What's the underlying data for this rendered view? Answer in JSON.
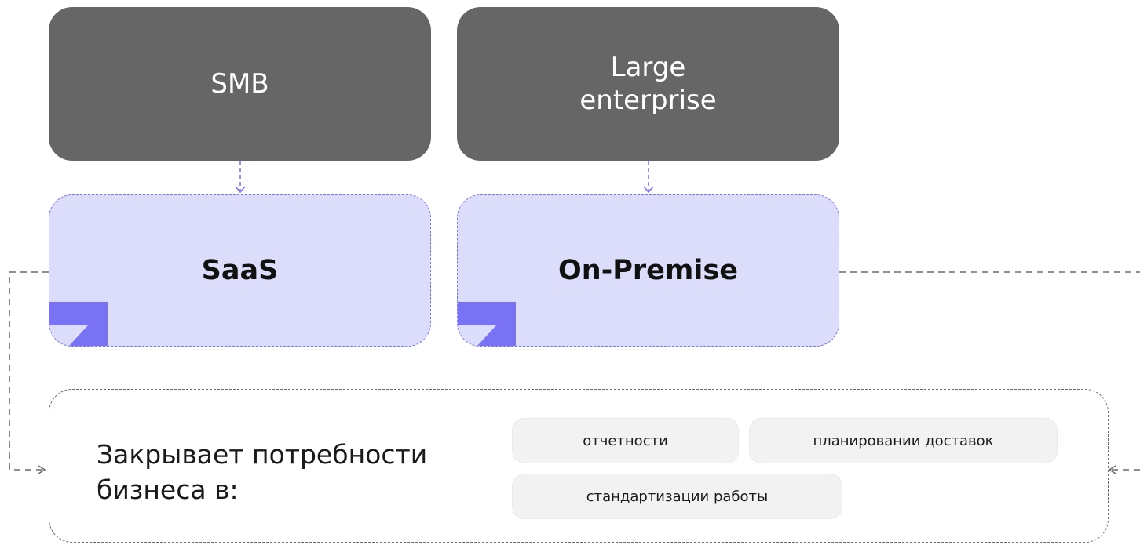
{
  "segments": [
    {
      "label": "SMB"
    },
    {
      "label": "Large\nenterprise"
    }
  ],
  "deployments": [
    {
      "label": "SaaS"
    },
    {
      "label": "On-Premise"
    }
  ],
  "needs": {
    "title": "Закрывает потребности\nбизнеса в:",
    "items": [
      "отчетности",
      "планировании доставок",
      "стандартизации работы"
    ]
  },
  "colors": {
    "segment_fill": "#666666",
    "deployment_fill": "#dcdcfb",
    "accent": "#7b74ee",
    "logo": "#7a72f4",
    "connector_gray": "#6a6a6a"
  }
}
